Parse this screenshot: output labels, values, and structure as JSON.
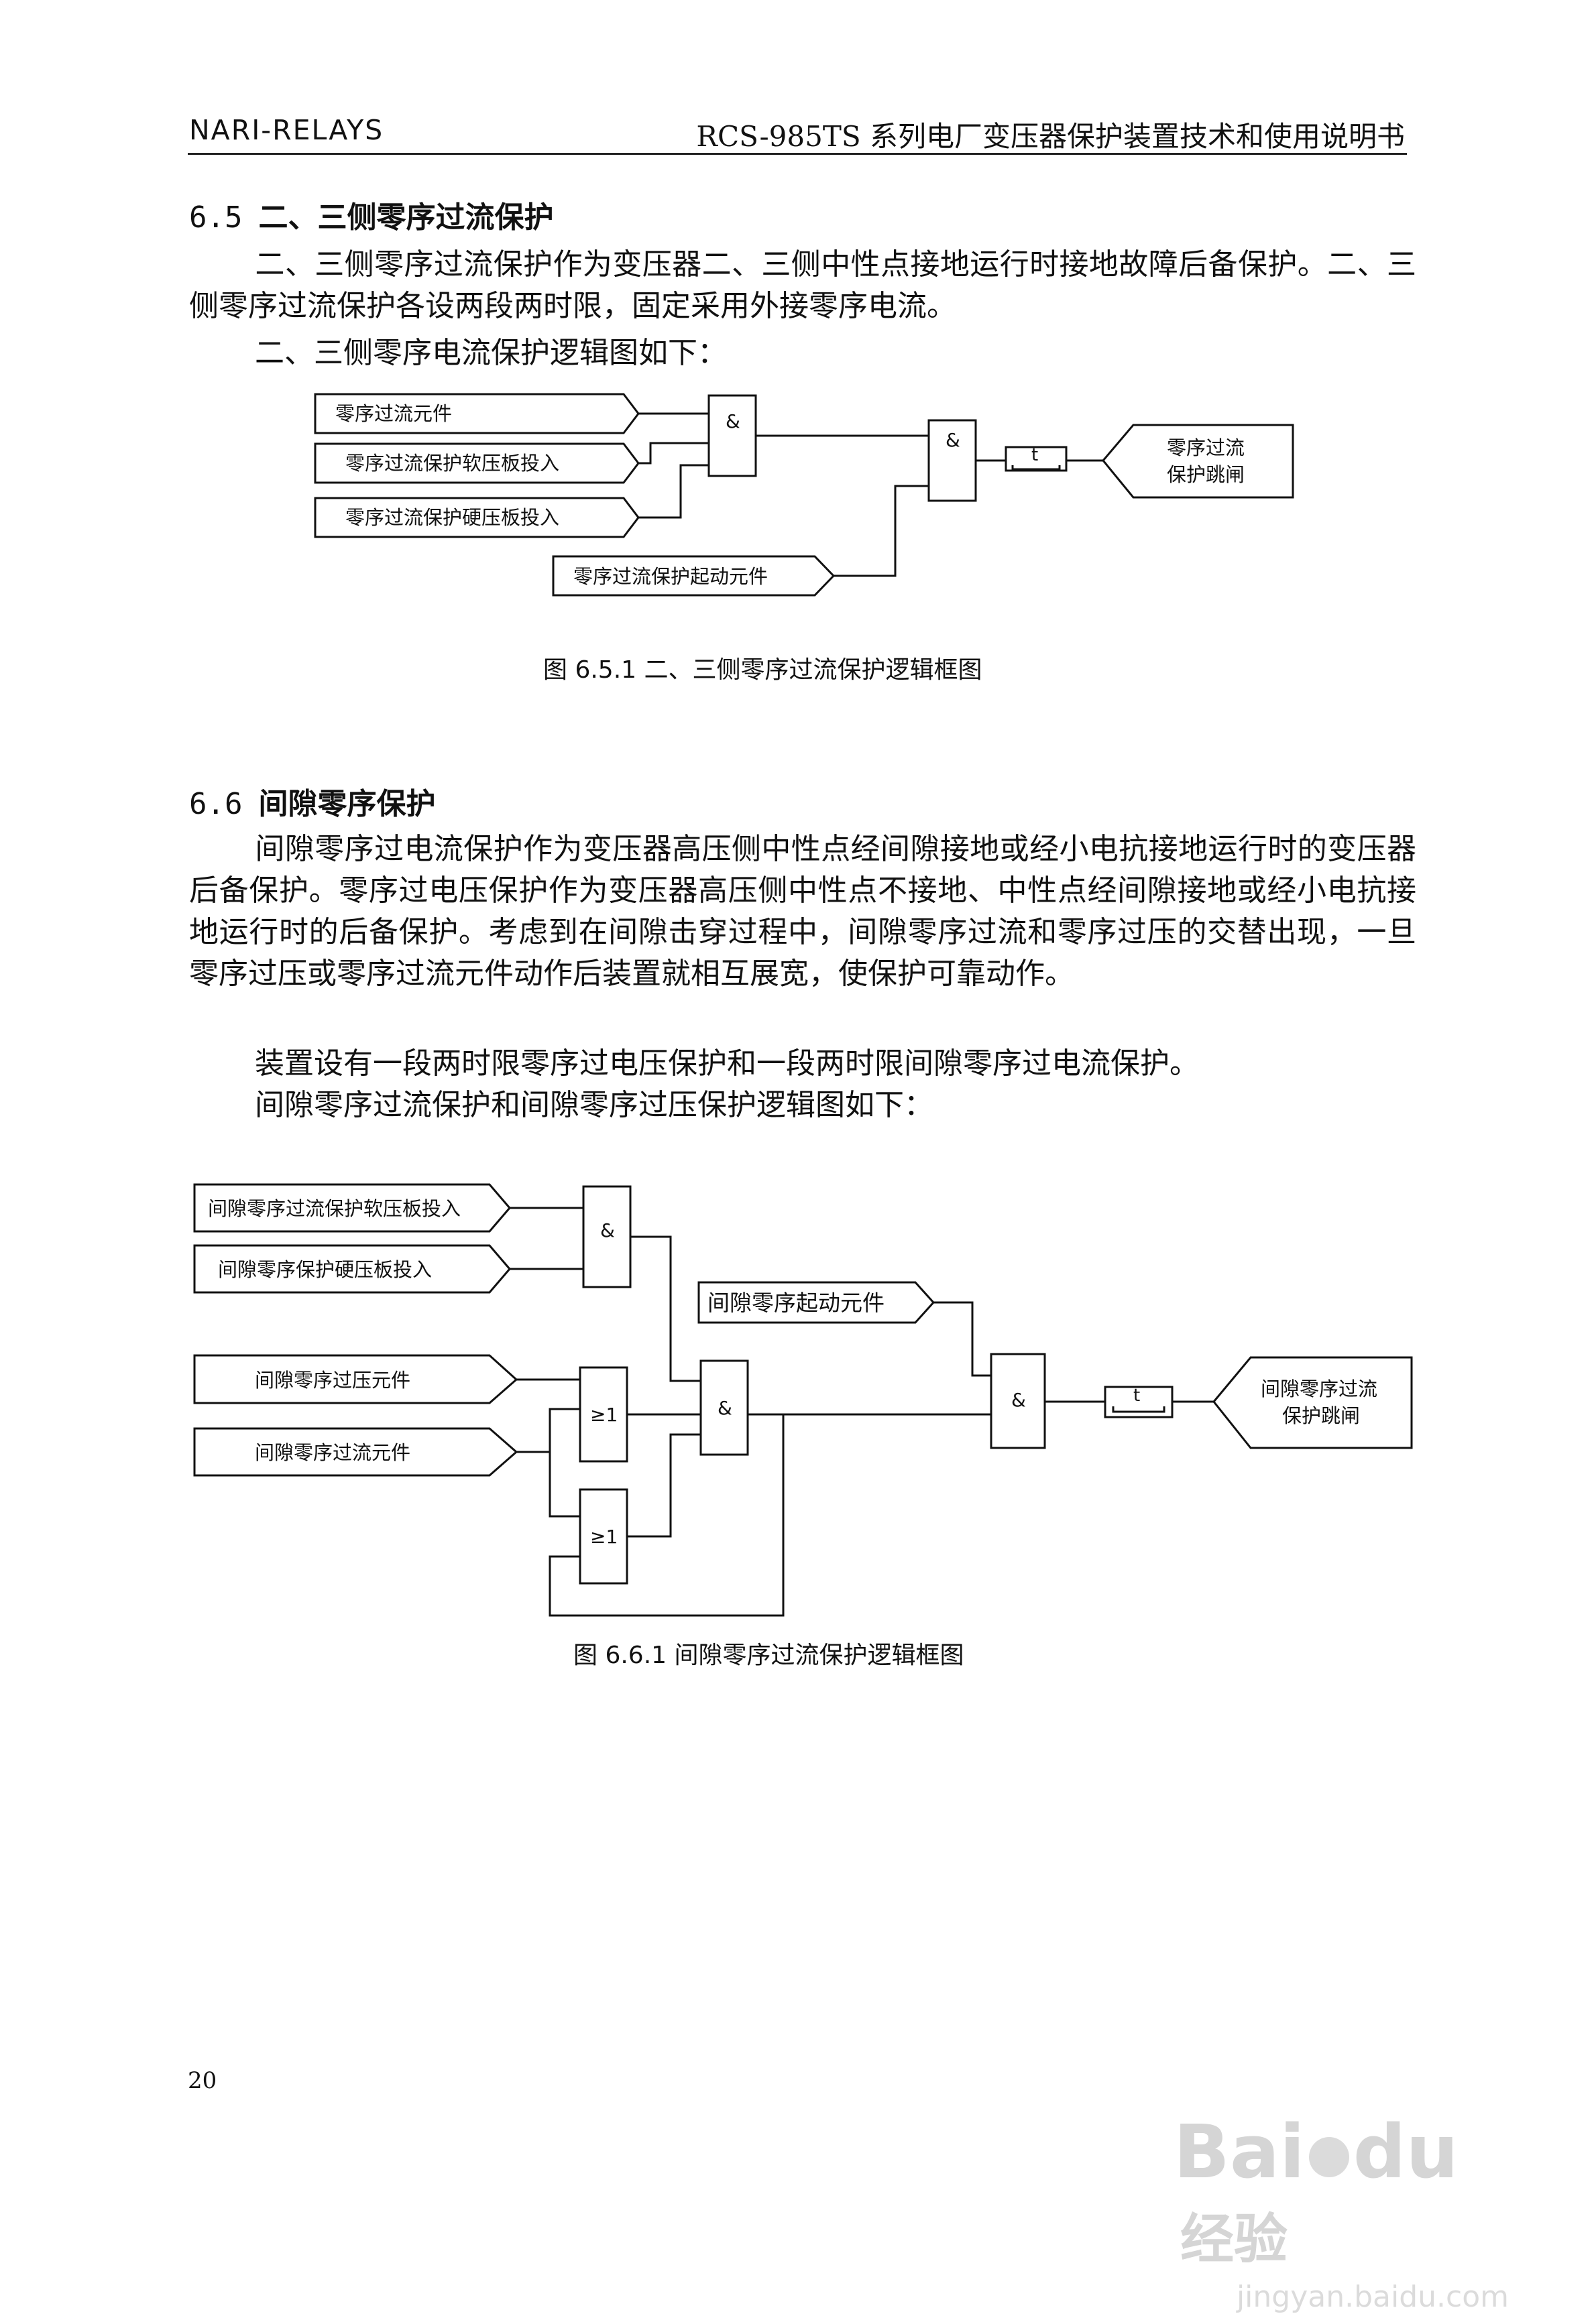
{
  "header": {
    "left": "NARI-RELAYS",
    "right": "RCS-985TS 系列电厂变压器保护装置技术和使用说明书"
  },
  "section_65": {
    "number": "6.5",
    "title": "二、三侧零序过流保护",
    "para1": "二、三侧零序过流保护作为变压器二、三侧中性点接地运行时接地故障后备保护。二、三侧零序过流保护各设两段两时限，固定采用外接零序电流。",
    "para2": "二、三侧零序电流保护逻辑图如下：",
    "diagram": {
      "in1": "零序过流元件",
      "in2": "零序过流保护软压板投入",
      "in3": "零序过流保护硬压板投入",
      "in4": "零序过流保护起动元件",
      "and1": "&",
      "and2": "&",
      "timer": "t",
      "out_line1": "零序过流",
      "out_line2": "保护跳闸"
    },
    "caption": "图 6.5.1  二、三侧零序过流保护逻辑框图"
  },
  "section_66": {
    "number": "6.6",
    "title": "间隙零序保护",
    "para1": "间隙零序过电流保护作为变压器高压侧中性点经间隙接地或经小电抗接地运行时的变压器后备保护。零序过电压保护作为变压器高压侧中性点不接地、中性点经间隙接地或经小电抗接地运行时的后备保护。考虑到在间隙击穿过程中，间隙零序过流和零序过压的交替出现，一旦零序过压或零序过流元件动作后装置就相互展宽，使保护可靠动作。",
    "para2": "装置设有一段两时限零序过电压保护和一段两时限间隙零序过电流保护。",
    "para3": "间隙零序过流保护和间隙零序过压保护逻辑图如下：",
    "diagram": {
      "in1": "间隙零序过流保护软压板投入",
      "in2": "间隙零序保护硬压板投入",
      "in3": "间隙零序过压元件",
      "in4": "间隙零序过流元件",
      "in5": "间隙零序起动元件",
      "and1": "&",
      "or1": "≥1",
      "or2": "≥1",
      "and2": "&",
      "and3": "&",
      "timer": "t",
      "out_line1": "间隙零序过流",
      "out_line2": "保护跳闸"
    },
    "caption": "图 6.6.1  间隙零序过流保护逻辑框图"
  },
  "page_number": "20",
  "watermark": {
    "brand": "Bai",
    "brand2": "du",
    "suffix": "经验",
    "url": "jingyan.baidu.com"
  }
}
